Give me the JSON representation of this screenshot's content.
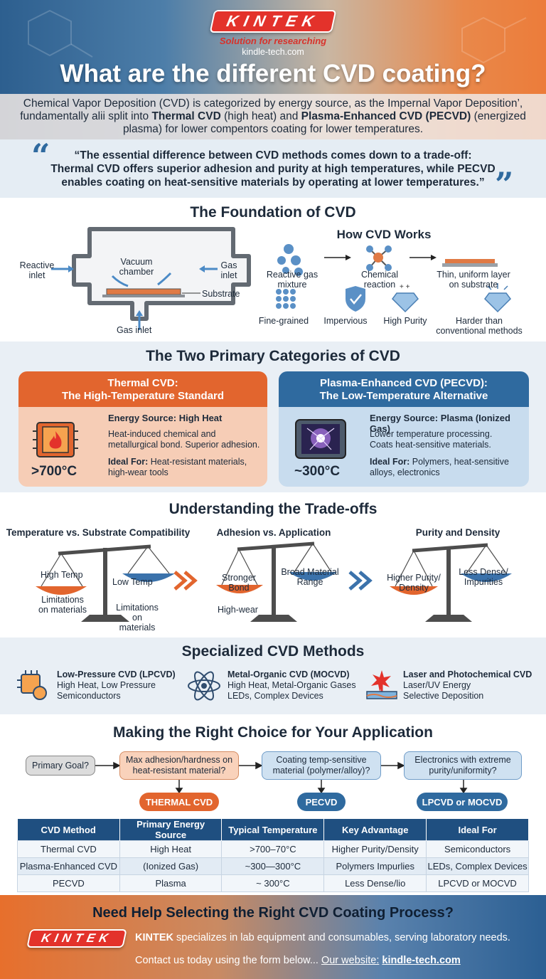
{
  "header": {
    "logo": "KINTEK",
    "tagline": "Solution for researching",
    "site": "kindle-tech.com",
    "title": "What are the different CVD coating?",
    "intro_1": "Chemical Vapor Deposition (CVD) is categorized by energy source, as the Impernal Vapor Deposition’,",
    "intro_2a": "fundamentally alii split into ",
    "intro_2b": "Thermal CVD",
    "intro_2c": " (high heat) and ",
    "intro_2d": "Plasma-Enhanced CVD (PECVD)",
    "intro_2e": " (energized",
    "intro_3": "plasma) for lower compentors coating for lower temperatures."
  },
  "quote": {
    "open": "“",
    "close": "”",
    "line1": "“The essential difference between CVD methods comes down to a trade-off:",
    "line2": "Thermal CVD offers superior adhesion and purity at high temperatures, while PECVD",
    "line3": "enables coating on heat-sensitive materials by operating at lower temperatures.”"
  },
  "foundation": {
    "title": "The Foundation of CVD",
    "diagram": {
      "reactive_inlet_1": "Reactive",
      "reactive_inlet_2": "inlet",
      "vacuum_1": "Vacuum",
      "vacuum_2": "chamber",
      "gas_inlet_right_1": "Gas",
      "gas_inlet_right_2": "inlet",
      "substrate": "Substrate",
      "gas_inlet_bottom": "Gas inlet"
    },
    "how": {
      "title": "How CVD Works",
      "step1_1": "Reactive gas",
      "step1_2": "mixture",
      "step2_1": "Chemical",
      "step2_2": "reaction",
      "step3_1": "Thin, uniform layer",
      "step3_2": "on substrate",
      "prop1": "Fine-grained",
      "prop2": "Impervious",
      "prop3": "High Purity",
      "prop4_1": "Harder than",
      "prop4_2": "conventional methods"
    }
  },
  "categories": {
    "title": "The Two Primary Categories of CVD",
    "thermal": {
      "head1": "Thermal CVD:",
      "head2": "The High-Temperature Standard",
      "energy": "Energy Source: High Heat",
      "desc1": "Heat-induced chemical and",
      "desc2": "metallurgical bond. Superior adhesion.",
      "ideal_label": "Ideal For:",
      "ideal1": " Heat-resistant materials,",
      "ideal2": "high-wear tools",
      "temp": ">700°C"
    },
    "pecvd": {
      "head1": "Plasma-Enhanced CVD (PECVD):",
      "head2": "The Low-Temperature Alternative",
      "energy": "Energy Source: Plasma (Ionized Gas)",
      "desc1": "Lower temperature processing.",
      "desc2": "Coats heat-sensitive materials.",
      "ideal_label": "Ideal For:",
      "ideal1": " Polymers, heat-sensitive",
      "ideal2": "alloys, electronics",
      "temp": "~300°C"
    }
  },
  "tradeoffs": {
    "title": "Understanding the Trade-offs",
    "s1": {
      "title": "Temperature vs. Substrate Compatibility",
      "left": "High Temp",
      "right": "Low Temp",
      "left_sub1": "Limitations",
      "left_sub2": "on materials",
      "right_sub1": "Limitations",
      "right_sub2": "on",
      "right_sub3": "materials"
    },
    "s2": {
      "title": "Adhesion vs. Application",
      "left1": "Stronger",
      "left2": "Bond",
      "right1": "Broad Material",
      "right2": "Range",
      "left_sub": "High-wear"
    },
    "s3": {
      "title": "Purity and Density",
      "left1": "Higher Purity/",
      "left2": "Density",
      "right1": "Less Dense/",
      "right2": "Impurities"
    }
  },
  "specialized": {
    "title": "Specialized CVD Methods",
    "m1": {
      "name": "Low-Pressure CVD (LPCVD)",
      "l1": "High Heat, Low Pressure",
      "l2": "Semiconductors"
    },
    "m2": {
      "name": "Metal-Organic CVD (MOCVD)",
      "l1": "High Heat, Metal-Organic Gases",
      "l2": "LEDs, Complex Devices"
    },
    "m3": {
      "name": "Laser and Photochemical CVD",
      "l1": "Laser/UV Energy",
      "l2": "Selective Deposition"
    }
  },
  "choice": {
    "title": "Making the Right Choice for Your Application",
    "goal": "Primary Goal?",
    "q1_1": "Max adhesion/hardness on",
    "q1_2": "heat-resistant material?",
    "q2_1": "Coating temp-sensitive",
    "q2_2": "material (polymer/alloy)?",
    "q3_1": "Electronics with extreme",
    "q3_2": "purity/uniformity?",
    "a1": "THERMAL CVD",
    "a2": "PECVD",
    "a3": "LPCVD or MOCVD"
  },
  "table": {
    "headers": [
      "CVD Method",
      "Primary Energy Source",
      "Typical Temperature",
      "Key Advantage",
      "Ideal For"
    ],
    "rows": [
      [
        "Thermal CVD",
        "High Heat",
        ">700–70°C",
        "Higher Purity/Density",
        "Semiconductors"
      ],
      [
        "Plasma-Enhanced CVD",
        "(Ionized Gas)",
        "~300—300°C",
        "Polymers Impurlies",
        "LEDs, Complex Devices"
      ],
      [
        "PECVD",
        "Plasma",
        "~ 300°C",
        "Less Dense/lio",
        "LPCVD or MOCVD"
      ]
    ]
  },
  "footer": {
    "title": "Need Help Selecting the Right CVD Coating Process?",
    "logo": "KINTEK",
    "brand": "KINTEK",
    "text": " specializes in lab equipment and consumables, serving laboratory needs.",
    "contact": "Contact us today using the form below... ",
    "website_label": "Our website:",
    "website": "kindle-tech.com"
  },
  "colors": {
    "navy": "#1f4f80",
    "orange": "#e2652e",
    "blue": "#2f6a9f",
    "red": "#e3322b"
  }
}
